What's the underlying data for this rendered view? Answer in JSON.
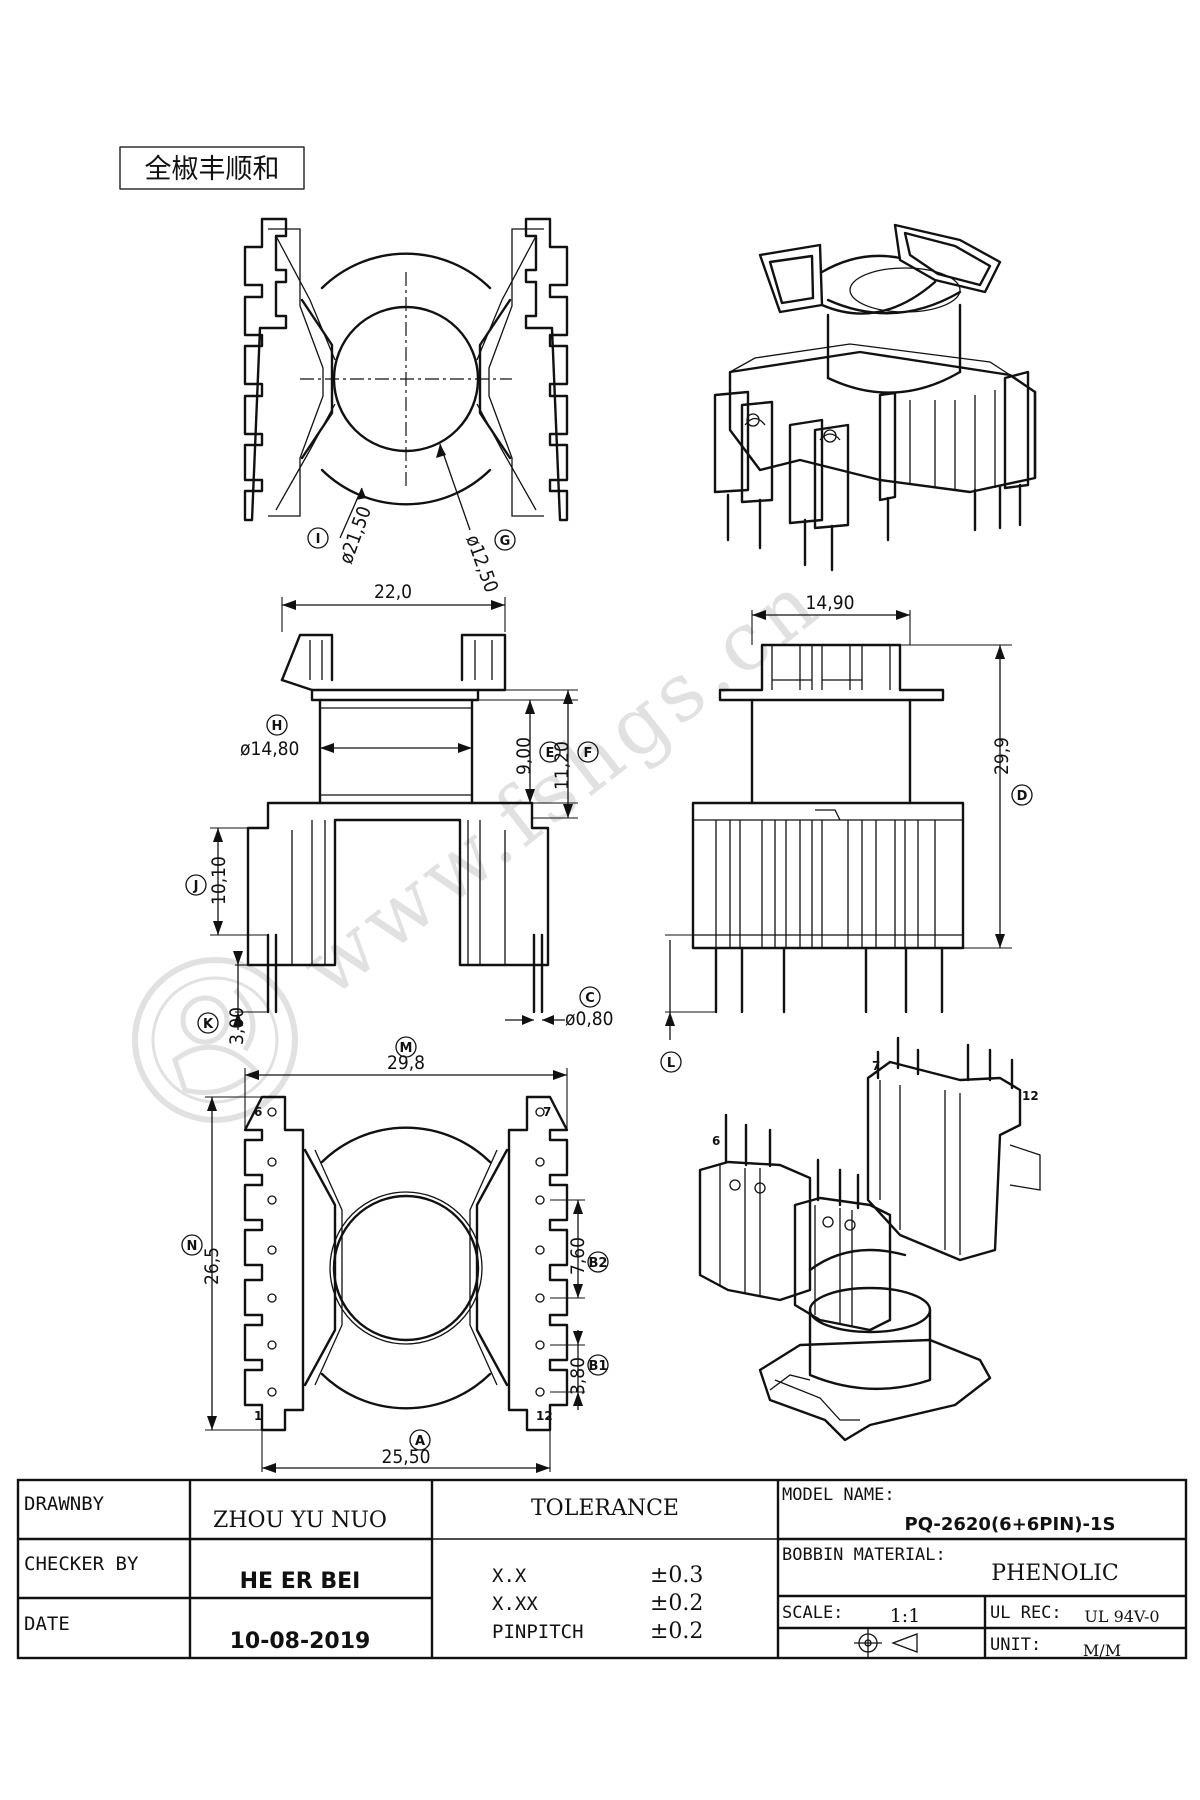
{
  "stamp": "全椒丰顺和",
  "watermark": "www.fshgs.cn",
  "dimensions": {
    "d_I": "ø21,50",
    "d_G": "ø12,50",
    "w_22": "22,0",
    "d_H": "ø14,80",
    "h_E": "9,00",
    "h_F": "11,20",
    "h_J": "10,10",
    "h_K": "3,00",
    "d_C": "ø0,80",
    "w_1490": "14,90",
    "h_D": "29,9",
    "w_M": "29,8",
    "h_N": "26,5",
    "p_B2": "7,60",
    "p_B1": "3,80",
    "w_A": "25,50"
  },
  "callouts": {
    "I": "I",
    "G": "G",
    "H": "H",
    "E": "E",
    "F": "F",
    "J": "J",
    "K": "K",
    "C": "C",
    "D": "D",
    "L": "L",
    "M": "M",
    "N": "N",
    "B2": "B2",
    "B1": "B1",
    "A": "A"
  },
  "pins": {
    "bottom_6": "6",
    "bottom_7": "7",
    "bottom_12": "12",
    "bottom_1": "1",
    "iso_7": "7",
    "iso_6": "6",
    "iso_12": "12"
  },
  "title_block": {
    "drawn_by_label": "DRAWNBY",
    "drawn_by_value": "ZHOU YU NUO",
    "checker_label": "CHECKER BY",
    "checker_value": "HE ER BEI",
    "date_label": "DATE",
    "date_value": "10-08-2019",
    "tolerance_header": "TOLERANCE",
    "tol_rows": [
      {
        "label": "X.X",
        "value": "±0.3"
      },
      {
        "label": "X.XX",
        "value": "±0.2"
      },
      {
        "label": "PINPITCH",
        "value": "±0.2"
      }
    ],
    "model_label": "MODEL NAME:",
    "model_value": "PQ-2620(6+6PIN)-1S",
    "material_label": "BOBBIN MATERIAL:",
    "material_value": "PHENOLIC",
    "scale_label": "SCALE:",
    "scale_value": "1:1",
    "ul_label": "UL REC:",
    "ul_value": "UL 94V-0",
    "unit_label": "UNIT:",
    "unit_value": "M/M"
  }
}
